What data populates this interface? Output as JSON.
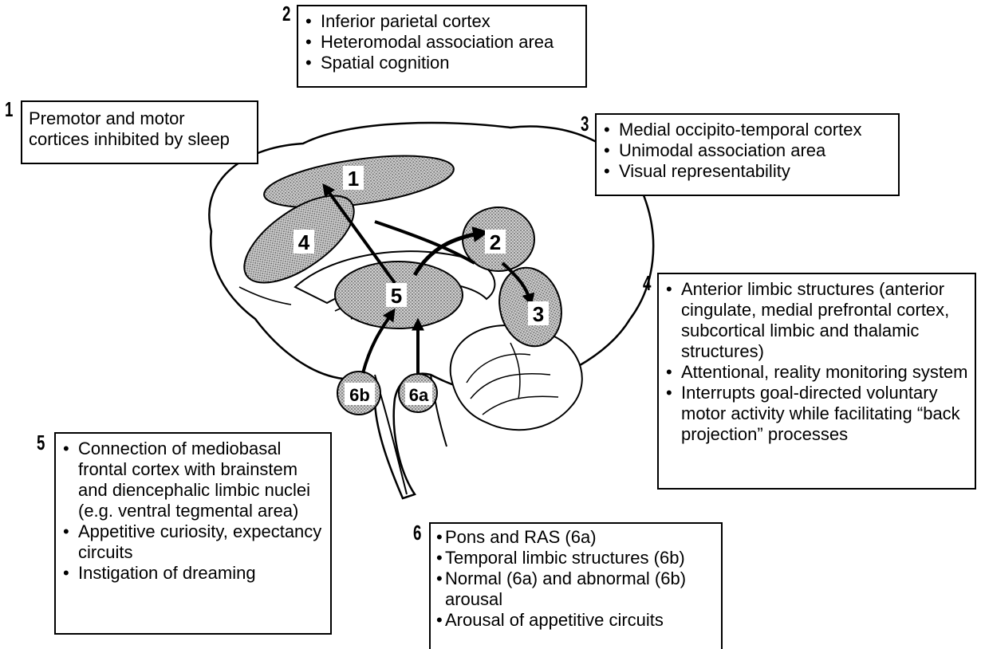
{
  "boxes": {
    "b1": {
      "num": "1",
      "lines": [
        "Premotor and motor",
        "cortices inhibited by sleep"
      ]
    },
    "b2": {
      "num": "2",
      "items": [
        "Inferior parietal cortex",
        "Heteromodal association area",
        "Spatial cognition"
      ]
    },
    "b3": {
      "num": "3",
      "items": [
        "Medial occipito-temporal cortex",
        "Unimodal association area",
        "Visual representability"
      ]
    },
    "b4": {
      "num": "4",
      "items": [
        "Anterior limbic structures (anterior cingulate, medial prefrontal cortex, subcortical limbic and thalamic structures)",
        "Attentional, reality monitoring system",
        "Interrupts goal-directed voluntary motor activity while facilitating “back projection” processes"
      ]
    },
    "b5": {
      "num": "5",
      "items": [
        "Connection of mediobasal frontal cortex with brainstem and diencephalic limbic nuclei (e.g. ventral tegmental area)",
        "Appetitive curiosity, expectancy circuits",
        "Instigation of dreaming"
      ]
    },
    "b6": {
      "num": "6",
      "items": [
        "Pons and RAS (6a)",
        "Temporal limbic structures (6b)",
        "Normal (6a) and abnormal (6b) arousal",
        "Arousal of appetitive circuits"
      ]
    }
  },
  "regions": {
    "r1": "1",
    "r2": "2",
    "r3": "3",
    "r4": "4",
    "r5": "5",
    "r6a": "6a",
    "r6b": "6b"
  }
}
